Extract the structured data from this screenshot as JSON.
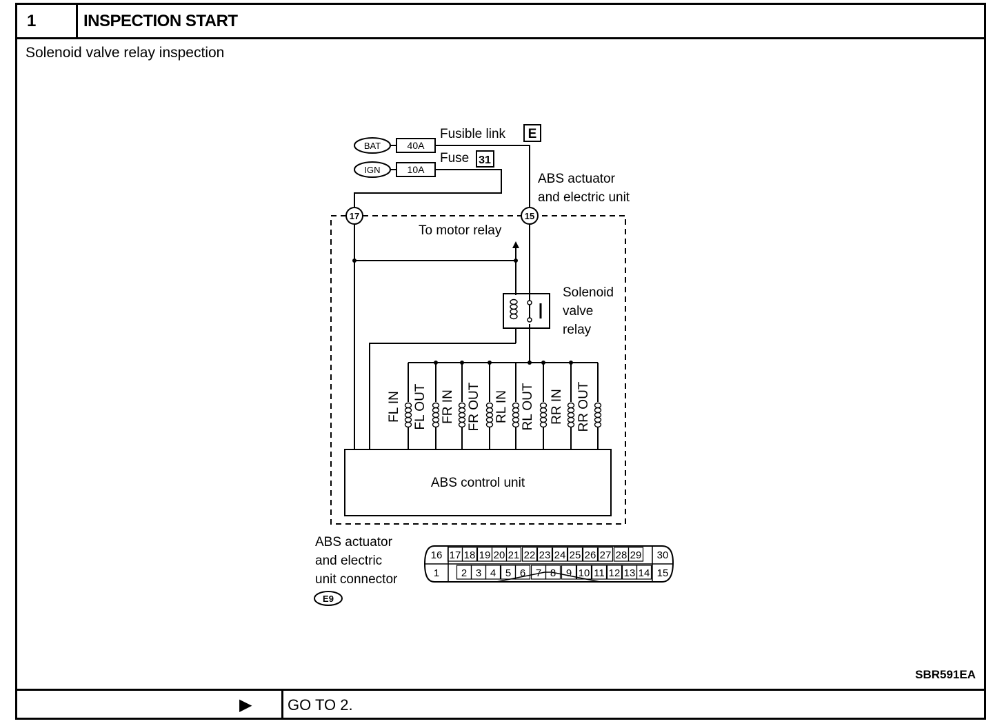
{
  "header": {
    "step": "1",
    "title": "INSPECTION START"
  },
  "subtitle": "Solenoid valve relay inspection",
  "diagram": {
    "bat": "BAT",
    "ign": "IGN",
    "fuse40": "40A",
    "fuse10": "10A",
    "fusible_link": "Fusible link",
    "fusible_link_id": "E",
    "fuse": "Fuse",
    "fuse_id": "31",
    "actuator_line1": "ABS actuator",
    "actuator_line2": "and electric unit",
    "term17": "17",
    "term15": "15",
    "to_motor_relay": "To motor relay",
    "relay_line1": "Solenoid",
    "relay_line2": "valve",
    "relay_line3": "relay",
    "solenoids": [
      "FL IN",
      "FL OUT",
      "FR IN",
      "FR OUT",
      "RL IN",
      "RL OUT",
      "RR IN",
      "RR OUT"
    ],
    "control_unit": "ABS control unit",
    "conn_line1": "ABS actuator",
    "conn_line2": "and electric",
    "conn_line3": "unit connector",
    "conn_id": "E9",
    "pins_top": [
      "16",
      "17",
      "18",
      "19",
      "20",
      "21",
      "22",
      "23",
      "24",
      "25",
      "26",
      "27",
      "28",
      "29",
      "30"
    ],
    "pins_bottom": [
      "1",
      "2",
      "3",
      "4",
      "5",
      "6",
      "7",
      "8",
      "9",
      "10",
      "11",
      "12",
      "13",
      "14",
      "15"
    ]
  },
  "figure_code": "SBR591EA",
  "footer": {
    "arrow_icon": "right-triangle",
    "goto": "GO TO 2."
  }
}
